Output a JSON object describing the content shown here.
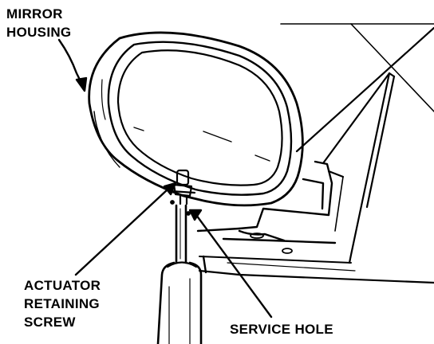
{
  "labels": {
    "mirror_housing": [
      "MIRROR",
      "HOUSING"
    ],
    "actuator_screw": [
      "ACTUATOR",
      "RETAINING",
      "SCREW"
    ],
    "service_hole": "SERVICE HOLE"
  },
  "colors": {
    "ink": "#000000",
    "paper": "#ffffff"
  }
}
